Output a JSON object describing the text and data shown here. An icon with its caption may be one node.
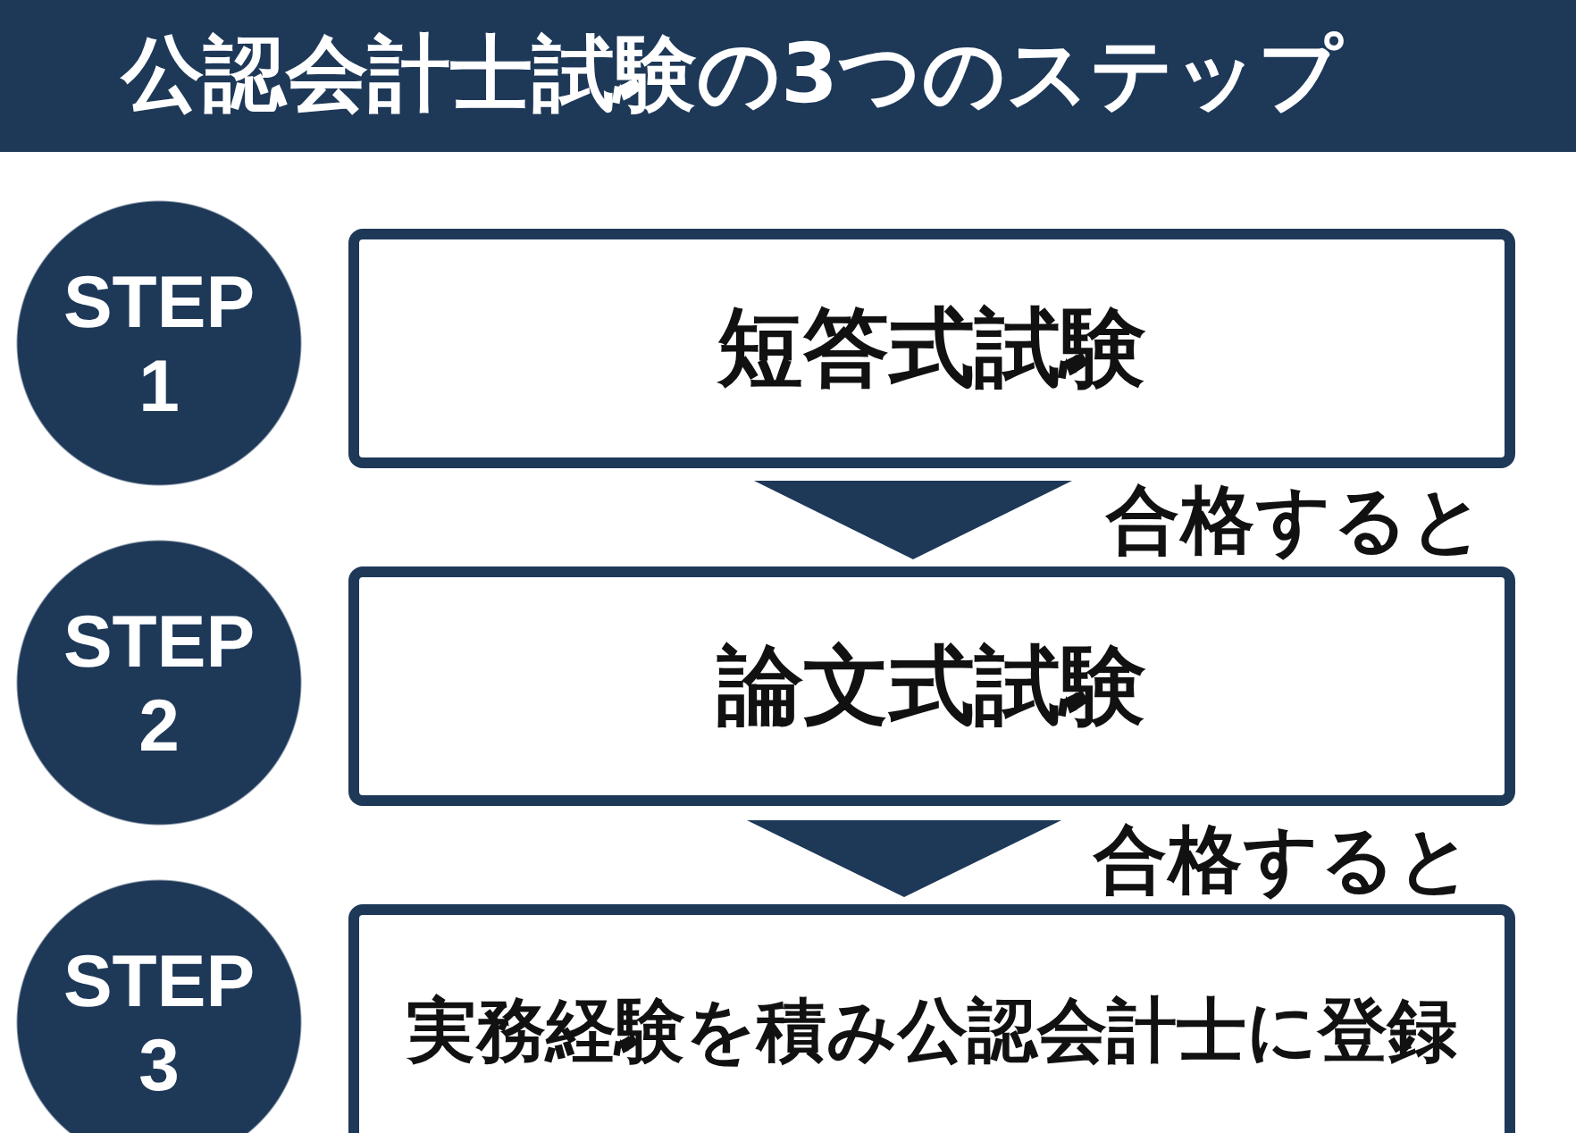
{
  "diagram": {
    "title": "公認会計士試験の3つのステップ",
    "nodes": [
      {
        "text": [
          "STEP 1"
        ]
      },
      {
        "text": [
          "短答式試験"
        ]
      },
      {
        "text": [
          "STEP 2"
        ]
      },
      {
        "text": [
          "論文式試験"
        ]
      },
      {
        "text": [
          "STEP 3"
        ]
      },
      {
        "text": [
          "実務経験を積み公認会計士に登録"
        ]
      }
    ],
    "edges": [
      {
        "from": 1,
        "to": 3,
        "arrow": "to",
        "label": "合格すると"
      },
      {
        "from": 3,
        "to": 5,
        "arrow": "to",
        "label": "合格すると"
      }
    ]
  }
}
